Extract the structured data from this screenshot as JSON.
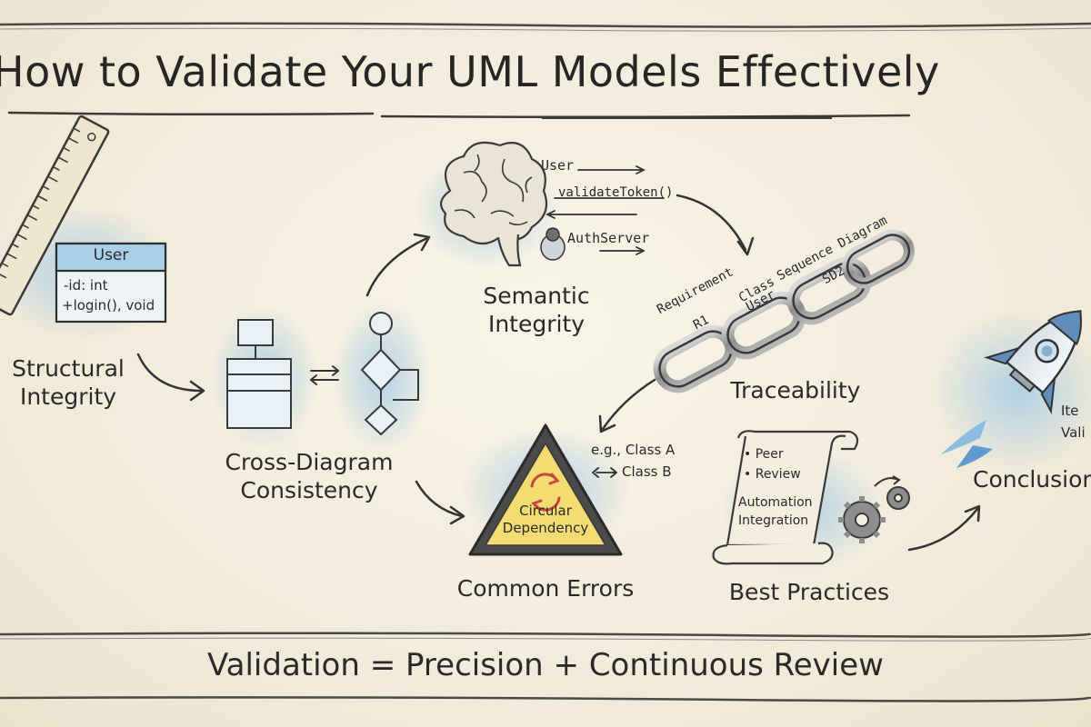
{
  "title": "How to Validate Your UML Models Effectively",
  "footer": "Validation = Precision + Continuous Review",
  "structural": {
    "label_line1": "Structural",
    "label_line2": "Integrity",
    "class_name": "User",
    "attribute": "-id: int",
    "method": "+login(), void"
  },
  "cross": {
    "label_line1": "Cross-Diagram",
    "label_line2": "Consistency"
  },
  "semantic": {
    "label_line1": "Semantic",
    "label_line2": "Integrity",
    "msg_user": "User",
    "msg_validate": "validateToken()",
    "msg_auth": "AuthServer"
  },
  "traceability": {
    "label": "Traceability",
    "req": "Requirement",
    "req_id": "R1",
    "cls": "Class",
    "cls_id": "User",
    "seq": "Sequence Diagram",
    "seq_id": "SD2"
  },
  "errors": {
    "label": "Common Errors",
    "warning_line1": "Circular",
    "warning_line2": "Dependency",
    "example_line1": "e.g., Class A",
    "example_line2": "Class B"
  },
  "practices": {
    "label": "Best Practices",
    "item1": "Peer",
    "item2": "Review",
    "item3": "Automation",
    "item4": "Integration"
  },
  "conclusion": {
    "label": "Conclusion",
    "partial_line1": "Ite",
    "partial_line2": "Vali"
  },
  "colors": {
    "ink": "#2b2b2b",
    "paper": "#f4efe1",
    "accent_blue": "#9cc7e6",
    "warning_yellow": "#f3dc72",
    "warning_red": "#c8473b"
  }
}
